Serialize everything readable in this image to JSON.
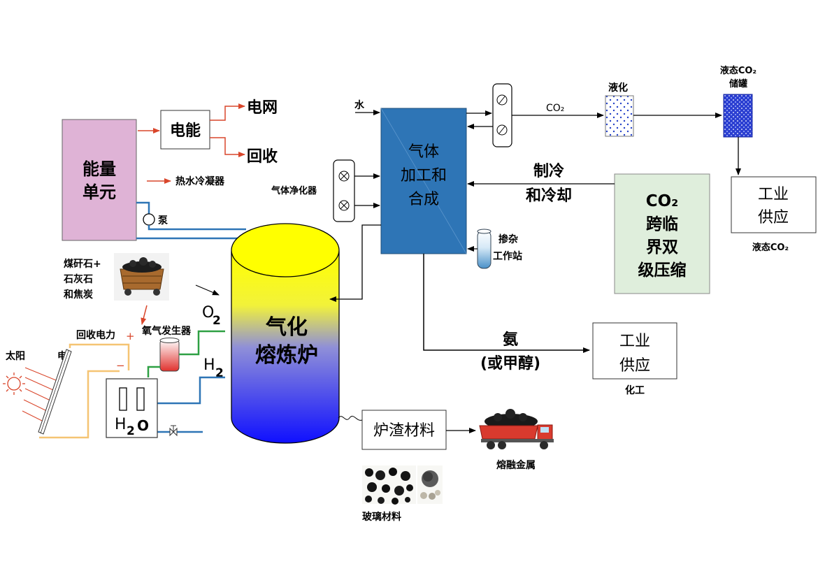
{
  "labels": {
    "energy_unit": [
      "能量",
      "单元"
    ],
    "electricity": "电能",
    "grid": "电网",
    "recycle": "回收",
    "hot_water_condenser": "热水冷凝器",
    "pump": "泵",
    "water": "水",
    "gas_processing": [
      "气体",
      "加工和",
      "合成"
    ],
    "gas_purifier": "气体净化器",
    "co2": "CO₂",
    "liquefaction": "液化",
    "liquid_co2_storage": [
      "液态CO₂",
      "储罐"
    ],
    "industrial_supply_top": [
      "工业",
      "供应"
    ],
    "liquid_co2": "液态CO₂",
    "refrigeration": [
      "制冷",
      "和冷却"
    ],
    "co2_compression": [
      "CO₂",
      "跨临",
      "界双",
      "级压缩"
    ],
    "doping_station": [
      "掺杂",
      "工作站"
    ],
    "feed": [
      "煤矸石+",
      "石灰石",
      "和焦炭"
    ],
    "oxygen_generator": "氧气发生器",
    "recovered_power": "回收电力",
    "plus": "+",
    "minus": "−",
    "sun": "太阳",
    "electric": "电",
    "o2_letter": "O",
    "h2_letter": "H",
    "sub_two": "2",
    "h2o_h": "H",
    "h2o_2": "2",
    "h2o_o": "O",
    "furnace": [
      "气化",
      "熔炼炉"
    ],
    "ammonia": [
      "氨",
      "(或甲醇)"
    ],
    "industrial_supply_mid": [
      "工业",
      "供应"
    ],
    "chemical": "化工",
    "slag_material": "炉渣材料",
    "molten_metal": "熔融金属",
    "glass_material": "玻璃材料"
  },
  "colors": {
    "energy_unit_fill": "#dfb3d6",
    "gas_processing_fill": "#2e75b6",
    "compression_fill": "#dfeedc",
    "storage_fill": "#2b3fd1",
    "furnace_top": "#ffff00",
    "furnace_bottom": "#1010ff",
    "pipe_blue": "#2e75b6",
    "pipe_orange": "#f5c473",
    "pipe_green": "#2ea043",
    "red_arrow": "#d9462b"
  }
}
